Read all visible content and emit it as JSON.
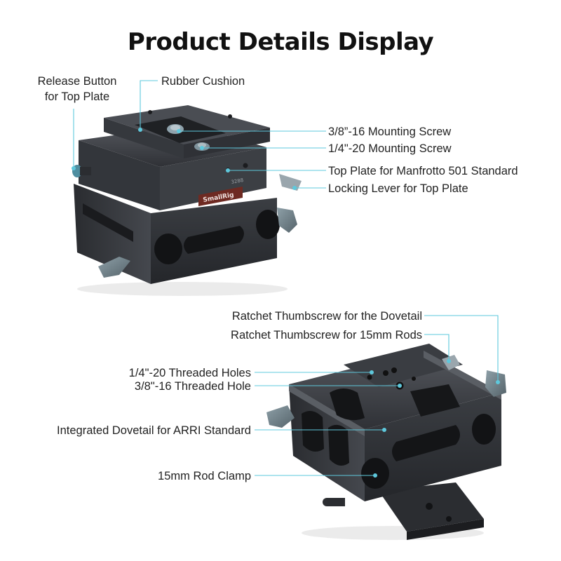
{
  "title": "Product Details Display",
  "brand": "SmallRig",
  "part_number": "3288",
  "top_product": {
    "labels": {
      "release_button_line1": "Release Button",
      "release_button_line2": "for Top Plate",
      "rubber_cushion": "Rubber Cushion",
      "mounting_screw_3_8": "3/8”-16 Mounting Screw",
      "mounting_screw_1_4": "1/4\"-20 Mounting Screw",
      "top_plate": "Top Plate for Manfrotto 501 Standard",
      "locking_lever": "Locking Lever for Top Plate"
    }
  },
  "bottom_product": {
    "labels": {
      "ratchet_dovetail": "Ratchet Thumbscrew for the Dovetail",
      "ratchet_rods": "Ratchet Thumbscrew for 15mm Rods",
      "threaded_holes_1_4": "1/4\"-20 Threaded Holes",
      "threaded_hole_3_8": "3/8\"-16 Threaded Hole",
      "integrated_dovetail": "Integrated Dovetail for ARRI Standard",
      "rod_clamp": "15mm Rod Clamp"
    }
  },
  "colors": {
    "leader_line": "#5ec8dc",
    "body_metal": "#2e3034",
    "knob": "#6f7e86",
    "badge": "#6e2a22"
  }
}
